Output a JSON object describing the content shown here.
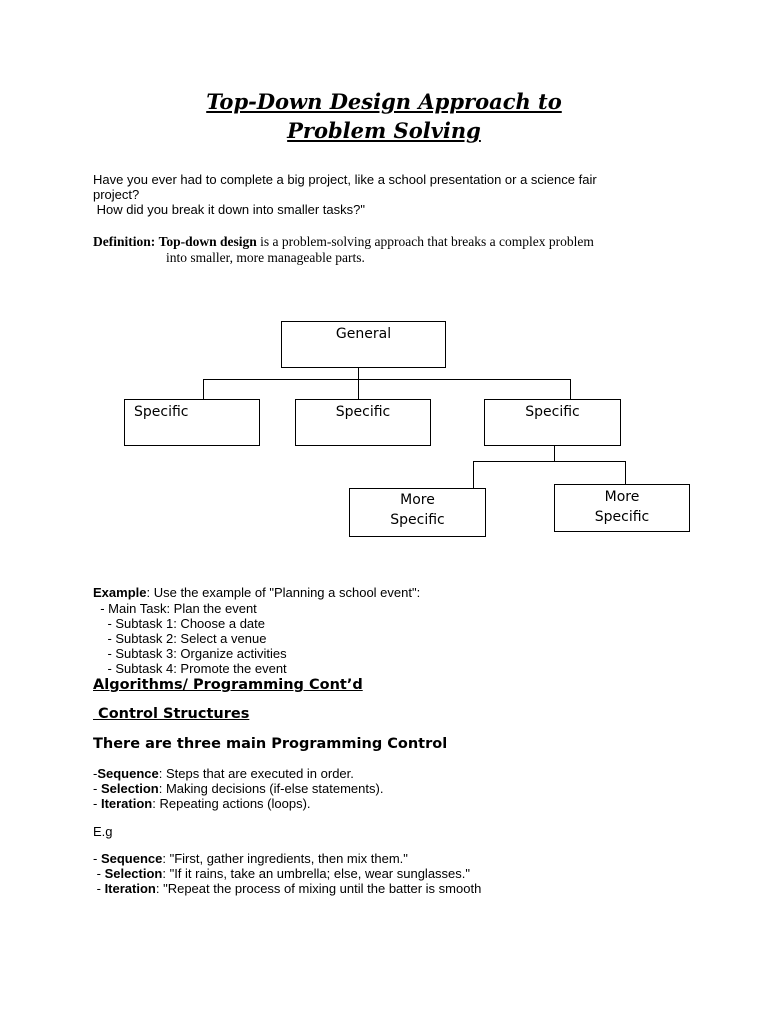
{
  "title": {
    "line1": "Top-Down Design Approach to",
    "line2": "Problem Solving"
  },
  "intro": {
    "line1": "Have you ever had to complete a big project, like a school presentation or a science fair",
    "line2": "project?",
    "line3": " How did you break it down into smaller tasks?\""
  },
  "definition": {
    "label": "Definition:",
    "term": "Top-down design",
    "text1": " is a problem-solving approach that breaks a complex problem",
    "text2": "into smaller, more manageable parts."
  },
  "diagram": {
    "general": "General",
    "specific": [
      "Specific",
      "Specific",
      "Specific"
    ],
    "more_specific": [
      {
        "line1": "More",
        "line2": "Specific"
      },
      {
        "line1": "More",
        "line2": "Specific"
      }
    ]
  },
  "example": {
    "label": "Example",
    "text": ": Use the example of \"Planning a school event\":",
    "items": [
      "  - Main Task: Plan the event",
      "    - Subtask 1: Choose a date",
      "    - Subtask 2: Select a venue",
      "    - Subtask 3: Organize activities",
      "    - Subtask 4: Promote the event"
    ]
  },
  "algorithms_heading": "Algorithms/ Programming Cont’d",
  "control_heading": " Control Structures",
  "three_heading": "There are three main Programming Control",
  "structures": [
    {
      "prefix": "-",
      "term": "Sequence",
      "desc": ": Steps that are executed in order."
    },
    {
      "prefix": "- ",
      "term": "Selection",
      "desc": ": Making decisions (if-else statements)."
    },
    {
      "prefix": "- ",
      "term": "Iteration",
      "desc": ": Repeating actions (loops)."
    }
  ],
  "eg_label": "E.g",
  "examples": [
    {
      "prefix": "- ",
      "term": "Sequence",
      "desc": ": \"First, gather ingredients, then mix them.\""
    },
    {
      "prefix": " - ",
      "term": "Selection",
      "desc": ": \"If it rains, take an umbrella; else, wear sunglasses.\""
    },
    {
      "prefix": " - ",
      "term": "Iteration",
      "desc": ": \"Repeat the process of mixing until the batter is smooth"
    }
  ]
}
